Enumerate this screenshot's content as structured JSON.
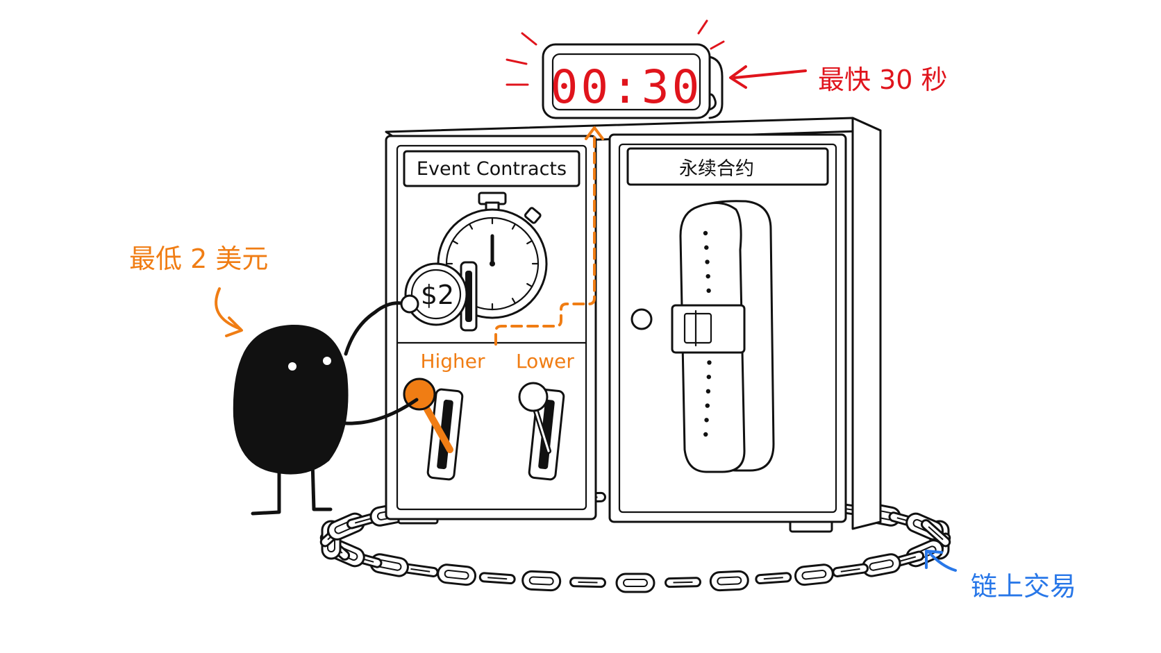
{
  "colors": {
    "ink": "#111111",
    "timer_red": "#e0141c",
    "accent_orange": "#f07d14",
    "accent_blue": "#2877e8",
    "background": "#ffffff"
  },
  "timer": {
    "display": "00:30"
  },
  "annotations": {
    "speed": "最快 30 秒",
    "minimum": "最低 2 美元",
    "onchain": "链上交易"
  },
  "left_cabinet": {
    "sign": "Event Contracts",
    "coin_label": "$2",
    "lever_higher": "Higher",
    "lever_lower": "Lower"
  },
  "right_cabinet": {
    "sign": "永续合约"
  },
  "icons": [
    "stopwatch-icon",
    "watch-strap-icon",
    "chain-icon",
    "character-icon",
    "coin-icon"
  ]
}
